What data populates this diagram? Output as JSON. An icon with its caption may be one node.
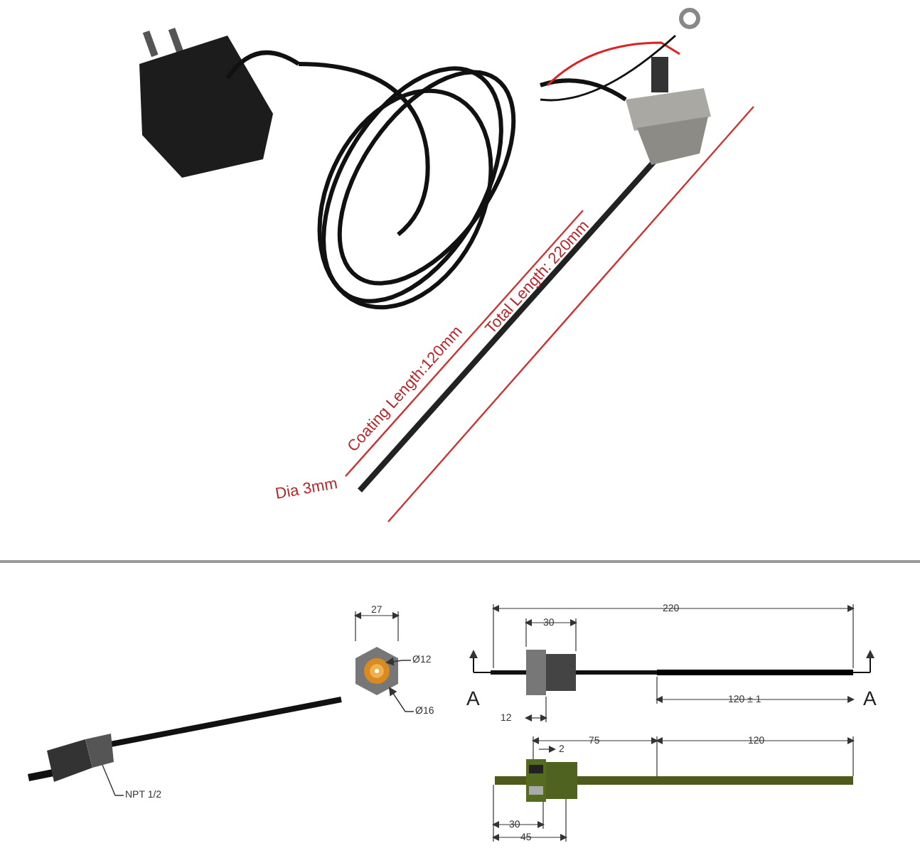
{
  "diagram": {
    "nodes": [
      {
        "text": [
          "Ø12"
        ]
      },
      {
        "text": [
          "Ø16"
        ]
      },
      {
        "text": [
          "NPT 1/2"
        ]
      },
      {
        "text": [],
        "shape": "hexagon"
      },
      {
        "text": [],
        "shape": "circle",
        "in": 3
      },
      {
        "text": [],
        "shape": "box"
      }
    ],
    "edges": [
      {
        "from": 0,
        "to": 4,
        "arrow": "to"
      },
      {
        "from": 1,
        "to": 3,
        "arrow": "to"
      },
      {
        "from": 2,
        "to": 5,
        "arrow": "none"
      }
    ],
    "labels": [
      "Coating Length:120mm",
      "Total Length: 220mm",
      "Dia 3mm",
      "27",
      "220",
      "30",
      "A",
      "A",
      "120 ± 1",
      "12",
      "75",
      "2",
      "120",
      "30",
      "45"
    ]
  }
}
